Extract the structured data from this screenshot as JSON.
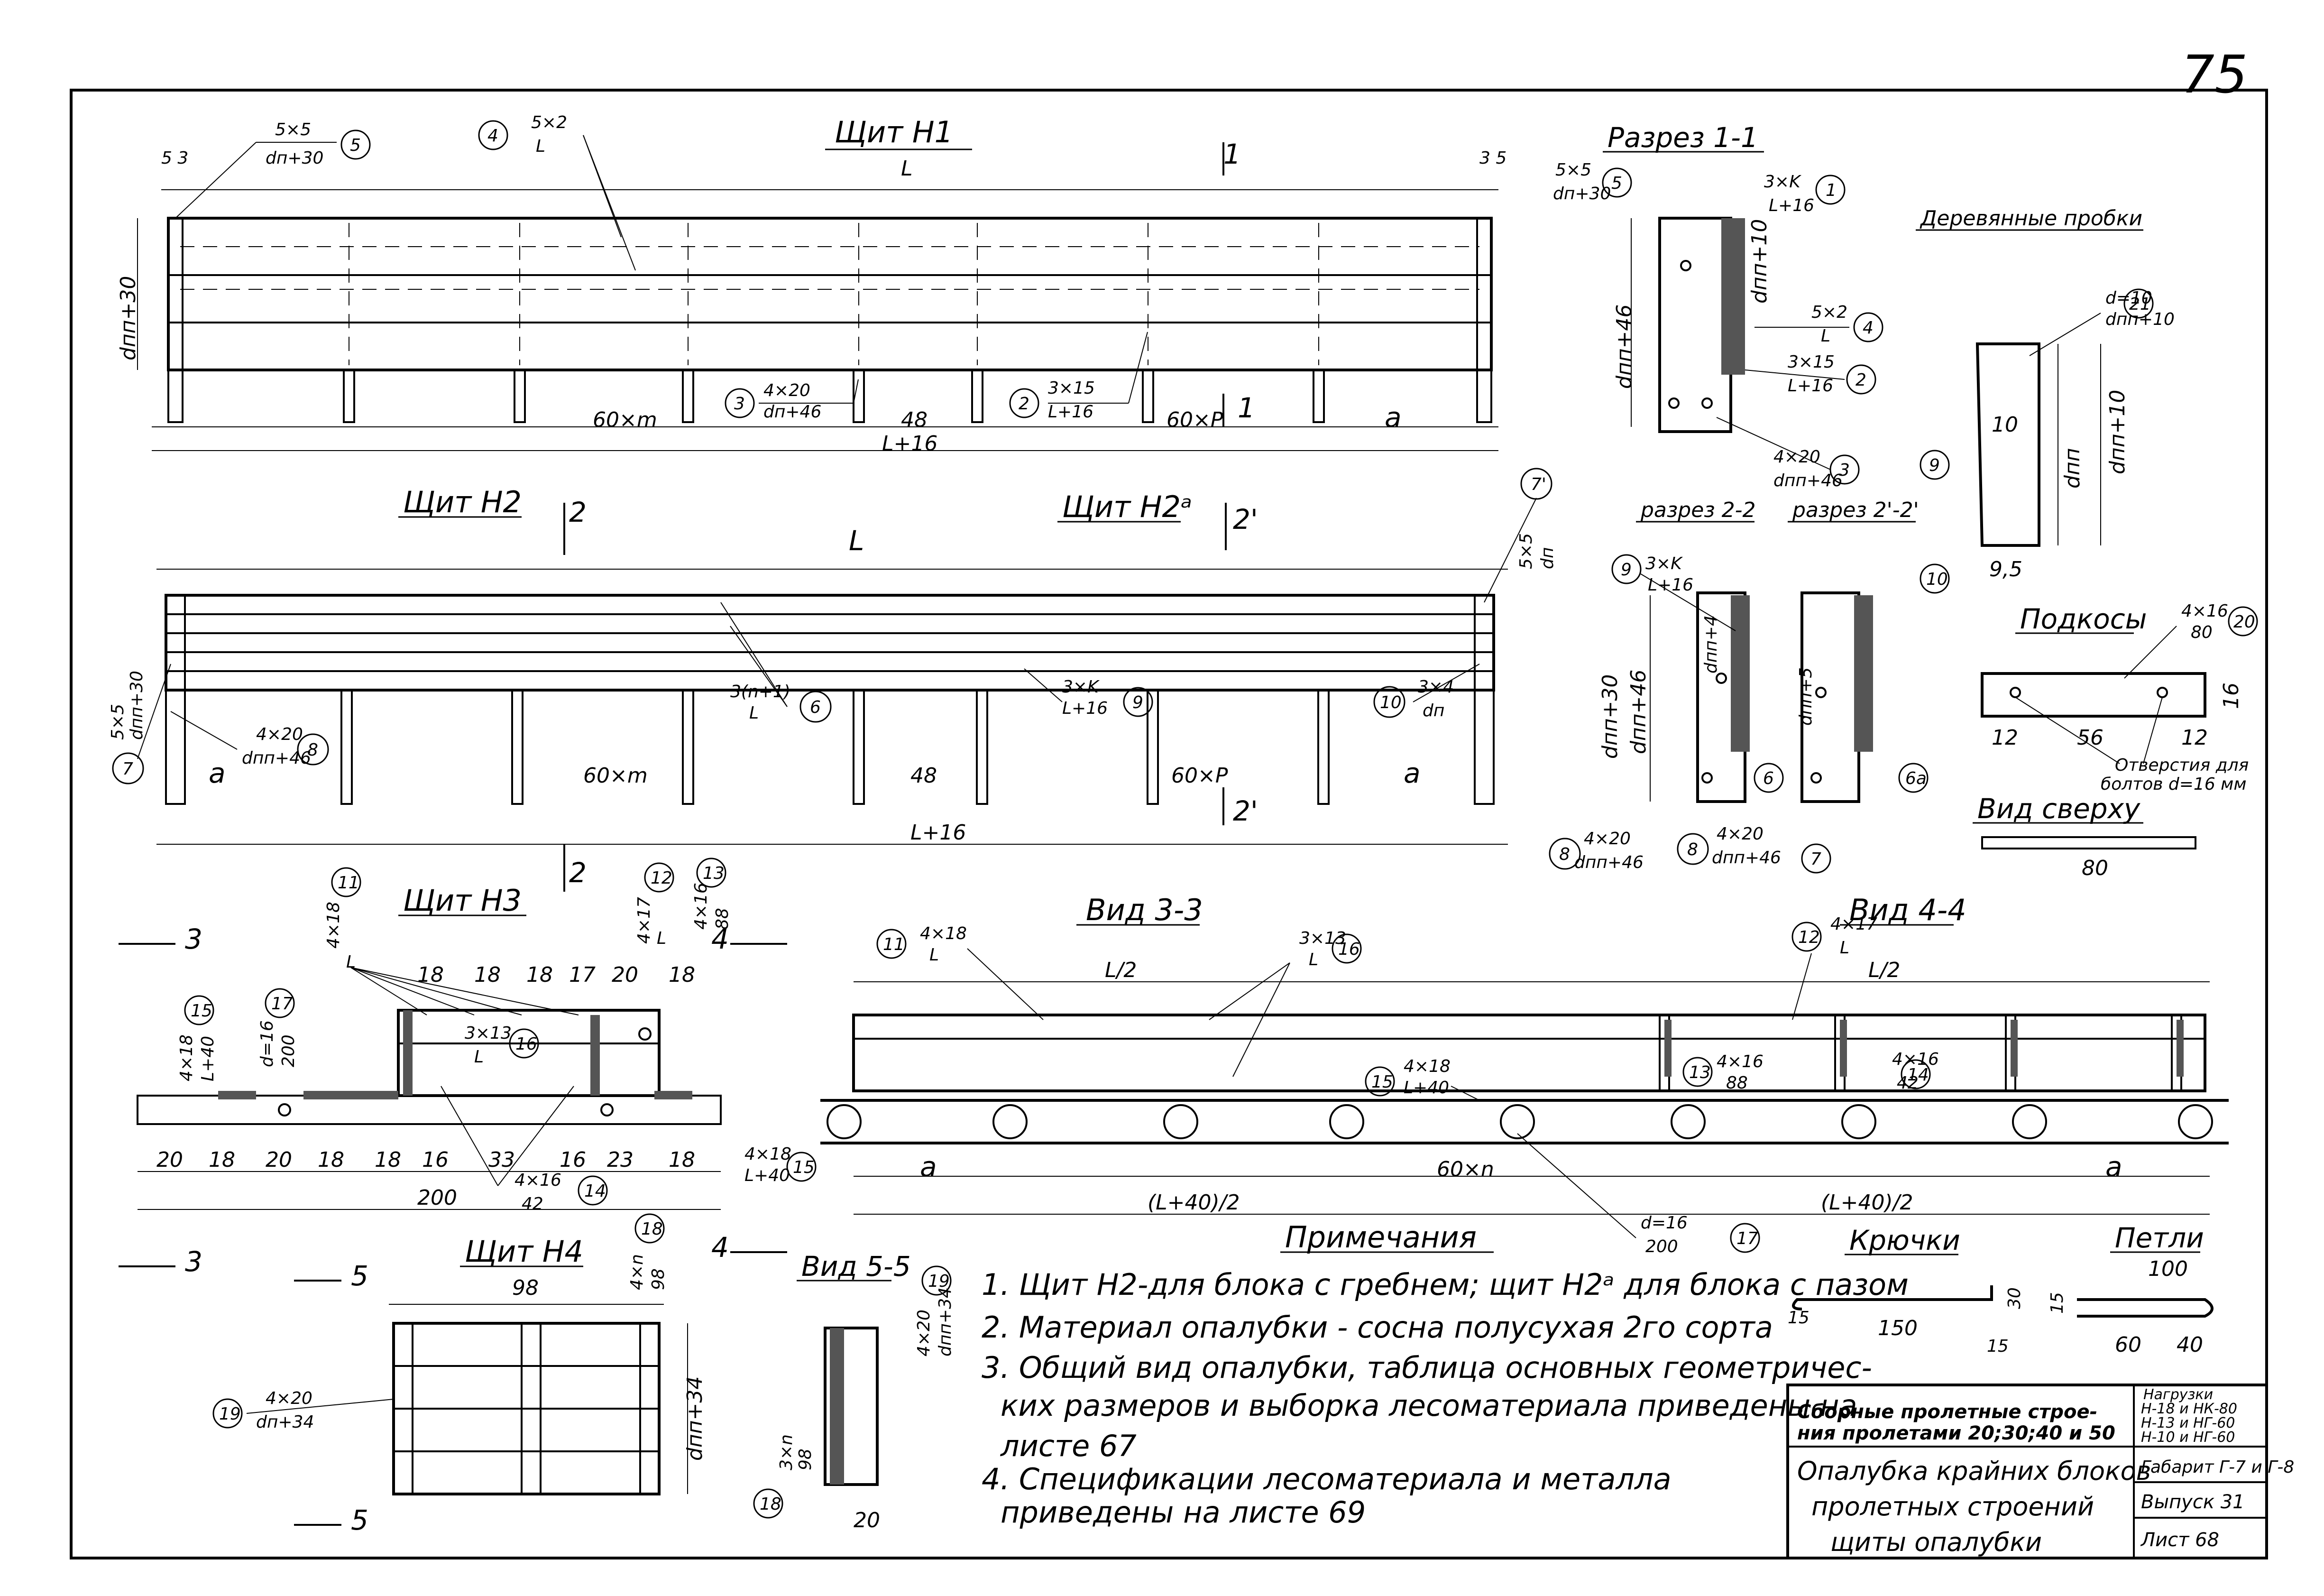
{
  "page_number": "75",
  "views": {
    "n1": {
      "title": "Щит Н1",
      "span": "L",
      "pitch1": "60×m",
      "pitch2": "48",
      "pitch3": "60×P",
      "end": "a",
      "total": "L+16",
      "h": "dпп+30",
      "sec": "1",
      "lbl5": "5×5",
      "lbl5b": "dп+30",
      "lbl4": "5×2",
      "lbl4b": "L",
      "lbl3": "4×20",
      "lbl3b": "dп+46",
      "lbl2": "3×15",
      "lbl2b": "L+16"
    },
    "s11": {
      "title": "Разрез 1-1",
      "d1": "dпп+46",
      "d2": "dпп+10",
      "k": "3×K",
      "kb": "L+16",
      "s5": "5×5",
      "s5b": "dп+30",
      "s4": "5×2",
      "s4b": "L",
      "s2": "3×15",
      "s2b": "L+16",
      "s3": "4×20",
      "s3b": "dпп+46"
    },
    "plug": {
      "title": "Деревянные пробки",
      "d": "d=10",
      "db": "dпп+10",
      "w": "10",
      "h": "dпп",
      "h2": "dпп+10",
      "b": "9,5"
    },
    "n2": {
      "title": "Щит Н2",
      "title_a": "Щит Н2ᵃ",
      "sec": "2",
      "sec_a": "2'",
      "span": "L",
      "pitch1": "60×m",
      "pitch2": "48",
      "pitch3": "60×P",
      "total": "L+16",
      "a": "a",
      "lbl6": "3(n+1)",
      "lbl6b": "L",
      "lbl9": "3×K",
      "lbl9b": "L+16",
      "lbl10": "3×4",
      "lbl10b": "dп",
      "lbl8": "4×20",
      "lbl8b": "dпп+46",
      "lbl7": "5×5",
      "lbl7b": "dпп+30",
      "lbl7p": "5×5",
      "lbl7pb": "dп"
    },
    "s22": {
      "title": "разрез 2-2",
      "title2": "разрез 2'-2'",
      "d1": "dпп+30",
      "d2": "dпп+46",
      "d3": "dпп+5",
      "d4": "dпп+4",
      "s8": "4×20",
      "s8b": "dпп+46",
      "s9": "3×K",
      "s9b": "L+16"
    },
    "brace": {
      "title": "Подкосы",
      "lbl": "4×16",
      "lblb": "80",
      "note1": "Отверстия для",
      "note2": "болтов d=16 мм",
      "w": "56",
      "e1": "12",
      "e2": "12",
      "h": "16",
      "top_title": "Вид сверху",
      "top_w": "80"
    },
    "n3": {
      "title": "Щит Н3",
      "dims": [
        "20",
        "18",
        "20",
        "18",
        "18",
        "16",
        "33",
        "16",
        "23",
        "18"
      ],
      "total": "200",
      "top": [
        "18",
        "18",
        "18",
        "17",
        "20",
        "18"
      ],
      "lbl11": "4×18",
      "lbl11b": "L",
      "lbl12": "4×17",
      "lbl12b": "L",
      "lbl13": "4×16",
      "lbl13b": "88",
      "lbl14": "4×16",
      "lbl14b": "42",
      "lbl15": "4×18",
      "lbl15b": "L+40",
      "lbl16": "3×13",
      "lbl16b": "L",
      "lbl17": "d=16",
      "lbl17b": "200",
      "sec3": "3",
      "sec4": "4"
    },
    "v33": {
      "title": "Вид 3-3",
      "half": "L/2",
      "lbl11": "4×18",
      "lbl11b": "L",
      "lbl16": "3×13",
      "lbl16b": "L",
      "lbl15": "4×18",
      "lbl15b": "L+40",
      "lbl13": "4×16",
      "lbl13b": "88",
      "pitch": "60×n",
      "a": "a",
      "half_total": "(L+40)/2",
      "lbl17": "d=16",
      "lbl17b": "200"
    },
    "v44": {
      "title": "Вид 4-4",
      "half": "L/2",
      "lbl12": "4×17",
      "lbl12b": "L",
      "lbl14": "4×16",
      "lbl14b": "42",
      "a": "a",
      "half_total": "(L+40)/2"
    },
    "n4": {
      "title": "Щит Н4",
      "w": "98",
      "h": "dпп+34",
      "lbl19": "4×20",
      "lbl19b": "dп+34",
      "lbl18": "4×n",
      "lbl18b": "98",
      "sec5": "5"
    },
    "v55": {
      "title": "Вид 5-5",
      "lbl19": "4×20",
      "lbl19b": "dпп+34",
      "lbl18": "3×n",
      "lbl18b": "98",
      "w": "20"
    },
    "hooks": {
      "title": "Крючки",
      "l": "150",
      "a": "15",
      "h": "30",
      "b": "15"
    },
    "loops": {
      "title": "Петли",
      "l": "100",
      "a": "60",
      "b": "40",
      "h": "15"
    }
  },
  "notes": {
    "title": "Примечания",
    "items": [
      "1. Щит Н2-для блока с гребнем; щит Н2ᵃ для блока с пазом",
      "2. Материал опалубки - сосна полусухая 2го сорта",
      "3. Общий вид опалубки, таблица основных геометричес-",
      "ких размеров и выборка лесоматериала приведены на",
      "листе 67",
      "4. Спецификации лесоматериала и металла",
      "приведены на листе 69"
    ]
  },
  "title_block": {
    "project1": "Сборные пролетные строе-",
    "project2": "ния пролетами 20;30;40 и 50",
    "loads": [
      "Нагрузки",
      "Н-18 и НК-80",
      "Н-13 и НГ-60",
      "Н-10 и НГ-60"
    ],
    "name1": "Опалубка крайних блоков",
    "name2": "пролетных строений",
    "name3": "щиты опалубки",
    "album": "Габарит Г-7 и Г-8",
    "issue": "Выпуск 31",
    "sheet": "Лист 68"
  }
}
